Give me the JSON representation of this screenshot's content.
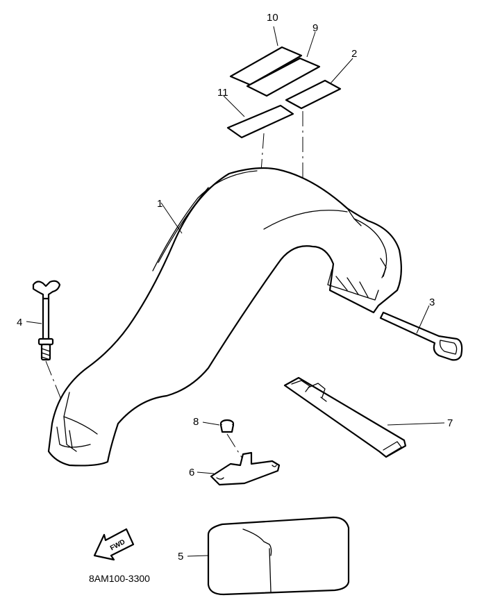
{
  "diagram": {
    "code": "8AM100-3300",
    "fwd_label": "FWD",
    "callouts": {
      "c1": "1",
      "c2": "2",
      "c3": "3",
      "c4": "4",
      "c5": "5",
      "c6": "6",
      "c7": "7",
      "c8": "8",
      "c9": "9",
      "c10": "10",
      "c11": "11"
    }
  }
}
